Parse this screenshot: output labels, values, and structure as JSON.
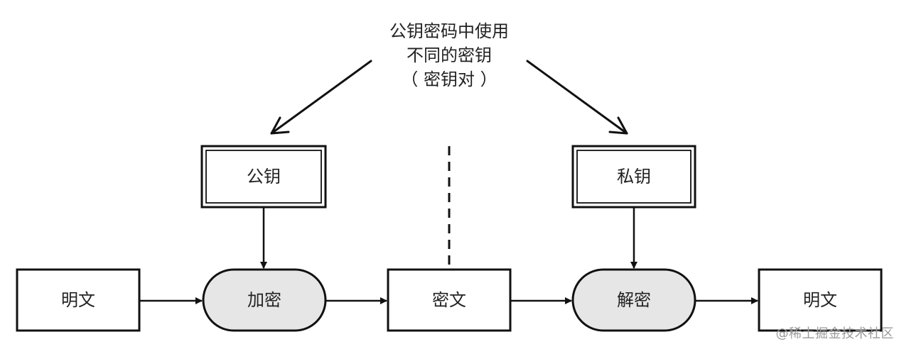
{
  "caption": {
    "line1": "公钥密码中使用",
    "line2": "不同的密钥",
    "line3": "（ 密钥对 ）"
  },
  "keys": {
    "public_key": "公钥",
    "private_key": "私钥"
  },
  "flow": {
    "plaintext_in": "明文",
    "encrypt": "加密",
    "ciphertext": "密文",
    "decrypt": "解密",
    "plaintext_out": "明文"
  },
  "watermark": "@稀土掘金技术社区",
  "colors": {
    "stroke": "#111111",
    "process_fill": "#e6e6e6",
    "box_fill": "#ffffff"
  }
}
